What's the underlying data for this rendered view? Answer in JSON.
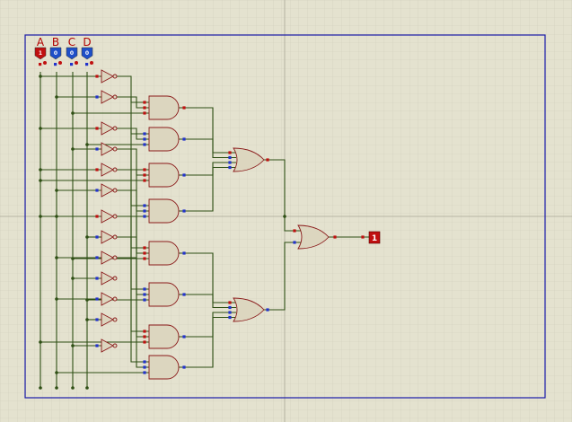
{
  "schematic": {
    "inputs": [
      {
        "label": "A",
        "state": "1"
      },
      {
        "label": "B",
        "state": "0"
      },
      {
        "label": "C",
        "state": "0"
      },
      {
        "label": "D",
        "state": "0"
      }
    ],
    "output": {
      "value": "1"
    },
    "colors": {
      "background": "#e4e2cf",
      "grid": "#c7c5b2",
      "frame": "#1a1aa8",
      "wire": "#2e4f14",
      "gate_fill": "#dcd6bf",
      "gate_stroke": "#8a1a1a",
      "logic_high": "#c01010",
      "logic_low": "#2233cc",
      "probe_on": "#c01010",
      "probe_off": "#1e4fc8"
    },
    "component_icons": [
      "logic-toggle-icon",
      "not-gate-icon",
      "and-gate-icon",
      "or-gate-icon",
      "logic-probe-icon"
    ]
  }
}
